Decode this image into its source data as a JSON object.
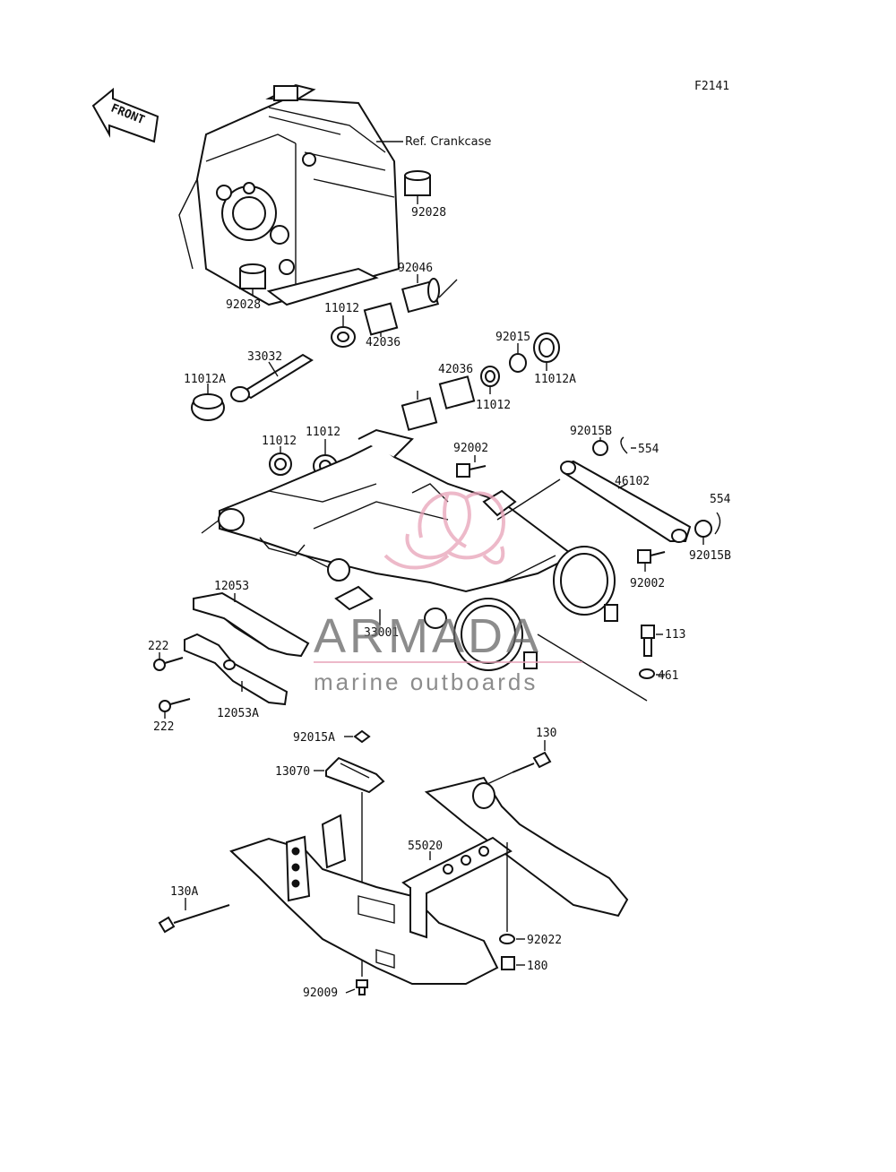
{
  "figure_code": "F2141",
  "front_arrow_label": "FRONT",
  "ref_note": "Ref. Crankcase",
  "parts": {
    "p92028_a": "92028",
    "p92028_b": "92028",
    "p92046": "92046",
    "p11012_a": "11012",
    "p42036_a": "42036",
    "p33032": "33032",
    "p11012A_a": "11012A",
    "p92015": "92015",
    "p11012A_b": "11012A",
    "p42036_b": "42036",
    "p11012_b": "11012",
    "p11012_c": "11012",
    "p11012_d": "11012",
    "p92002_a": "92002",
    "p92015B_a": "92015B",
    "p554_a": "554",
    "p46102": "46102",
    "p554_b": "554",
    "p92015B_b": "92015B",
    "p92002_b": "92002",
    "p12053": "12053",
    "p33001": "33001",
    "p113": "113",
    "p222_a": "222",
    "p461": "461",
    "p222_b": "222",
    "p12053A": "12053A",
    "p92015A": "92015A",
    "p130": "130",
    "p13070": "13070",
    "p55020": "55020",
    "p130A": "130A",
    "p92022": "92022",
    "p180": "180",
    "p92009": "92009"
  },
  "watermark": {
    "brand": "ARMADA",
    "tagline": "marine outboards",
    "logo_color": "#e8a2b8"
  }
}
